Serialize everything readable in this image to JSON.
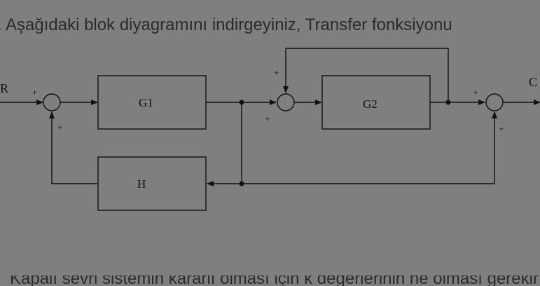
{
  "question": {
    "text": ". Aşağıdaki blok diyagramını indirgeyiniz, Transfer fonksiyonu"
  },
  "footer": {
    "text": "Kapalı sevri sistemin kararlı olması için k değerlerinin ne olması gerekir"
  },
  "diagram": {
    "input_label": "R",
    "output_label": "C",
    "blocks": {
      "g1": "G1",
      "g2": "G2",
      "h": "H"
    },
    "signs": {
      "sum1_top": "+",
      "sum1_bottom": "+",
      "sum2_top": "+",
      "sum2_bottom": "+",
      "sum3_top": "+",
      "sum3_bottom": "+"
    }
  }
}
